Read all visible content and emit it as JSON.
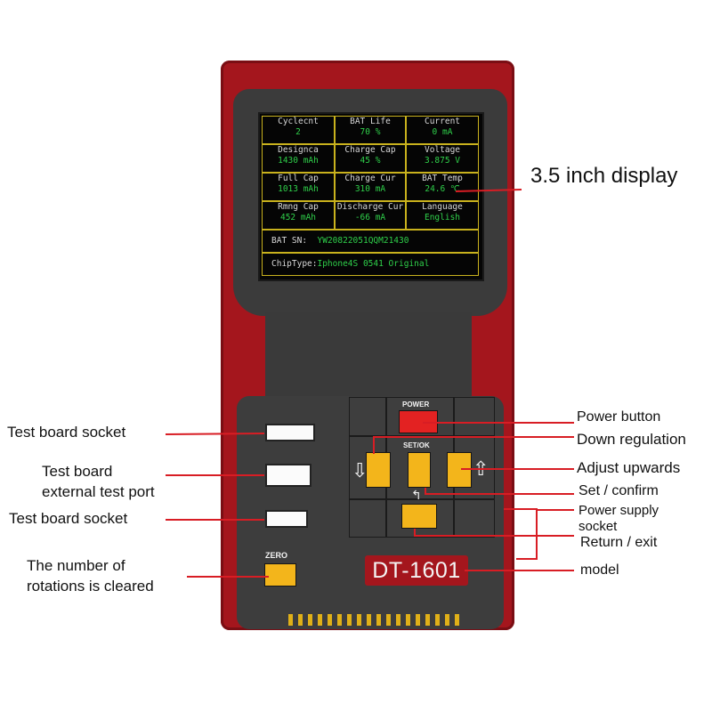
{
  "device": {
    "model": "DT-1601",
    "power_label": "POWER",
    "setok_label": "SET/OK",
    "zero_label": "ZERO",
    "colors": {
      "body": "#a4161d",
      "panel": "#3d3d3d",
      "key": "#f3b51b",
      "power_key": "#e32222",
      "lcd_text": "#2fd04a"
    }
  },
  "screen": {
    "cells": [
      {
        "label": "Cyclecnt",
        "value": "2"
      },
      {
        "label": "BAT Life",
        "value": "70 %"
      },
      {
        "label": "Current",
        "value": "0 mA"
      },
      {
        "label": "Designca",
        "value": "1430 mAh"
      },
      {
        "label": "Charge Cap",
        "value": "45 %"
      },
      {
        "label": "Voltage",
        "value": "3.875 V"
      },
      {
        "label": "Full Cap",
        "value": "1013 mAh"
      },
      {
        "label": "Charge Cur",
        "value": "310 mA"
      },
      {
        "label": "BAT Temp",
        "value": "24.6 ℃"
      },
      {
        "label": "Rmng Cap",
        "value": "452 mAh"
      },
      {
        "label": "Discharge Cur",
        "value": "-66 mA"
      },
      {
        "label": "Language",
        "value": "English"
      }
    ],
    "sn_label": "BAT SN:",
    "sn_value": "YW20822051QQM21430",
    "chip_label": "ChipType:",
    "chip_value": "Iphone4S  0541  Original"
  },
  "callouts": {
    "display": "3.5 inch display",
    "socket_top": "Test board socket",
    "external_port_1": "Test board",
    "external_port_2": "external test port",
    "socket_bottom": "Test board socket",
    "zero_1": "The number of",
    "zero_2": "rotations is cleared",
    "power": "Power button",
    "down": "Down regulation",
    "up": "Adjust upwards",
    "set": "Set / confirm",
    "supply_1": "Power supply",
    "supply_2": "socket",
    "return": "Return / exit",
    "model": "model"
  }
}
